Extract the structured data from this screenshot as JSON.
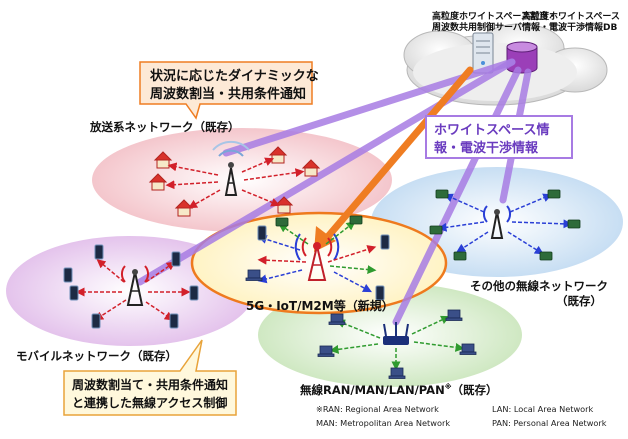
{
  "server": {
    "label_line1": "高粒度ホワイトスペース割当・",
    "label_line2": "周波数共用制御サーバ"
  },
  "db": {
    "label_line1": "高粒度ホワイトスペース",
    "label_line2": "情報・電波干渉情報DB"
  },
  "callout_top": {
    "line1": "状況に応じたダイナミックな",
    "line2": "周波数割当・共用条件通知"
  },
  "callout_right": {
    "line1": "ホワイトスペース情",
    "line2": "報・電波干渉情報"
  },
  "callout_bottom": {
    "line1": "周波数割当て・共用条件通知",
    "line2": "と連携した無線アクセス制御"
  },
  "networks": {
    "broadcast": "放送系ネットワーク（既存）",
    "mobile": "モバイルネットワーク（既存）",
    "center": "5G・IoT/M2M等（新規）",
    "other_line1": "その他の無線ネットワーク",
    "other_line2": "（既存）",
    "wlan": "無線RAN/MAN/LAN/PAN",
    "wlan_mark": "※",
    "wlan_suffix": "（既存）"
  },
  "footnotes": {
    "ran": "※RAN: Regional Area Network",
    "lan": "LAN: Local Area Network",
    "man": "MAN: Metropolitan Area Network",
    "pan": "PAN: Personal Area Network"
  },
  "colors": {
    "purple_line": "#a77be3",
    "orange_arrow": "#ef7d22",
    "broadcast_fill": "#f7d4d8",
    "mobile_fill": "#ead3ef",
    "other_fill": "#d6e8f6",
    "wlan_fill": "#dcefd3",
    "center_fill": "#fffbe2",
    "center_stroke": "#ee7a1e"
  }
}
